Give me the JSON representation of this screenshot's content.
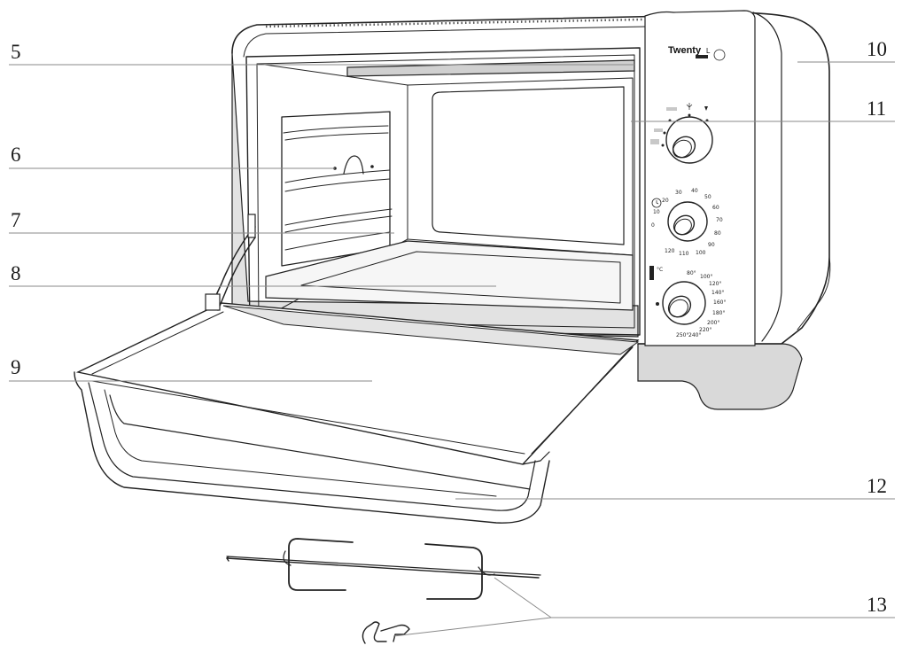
{
  "callouts": [
    {
      "id": "5",
      "label": "5"
    },
    {
      "id": "6",
      "label": "6"
    },
    {
      "id": "7",
      "label": "7"
    },
    {
      "id": "8",
      "label": "8"
    },
    {
      "id": "9",
      "label": "9"
    },
    {
      "id": "10",
      "label": "10"
    },
    {
      "id": "11",
      "label": "11"
    },
    {
      "id": "12",
      "label": "12"
    },
    {
      "id": "13",
      "label": "13"
    }
  ],
  "oven": {
    "brand_main": "Twenty",
    "brand_suffix": "L"
  },
  "timer_dial": {
    "labels": [
      "0",
      "10",
      "20",
      "30",
      "40",
      "50",
      "60",
      "70",
      "80",
      "90",
      "100",
      "110",
      "120"
    ]
  },
  "temp_dial": {
    "unit": "°C",
    "labels": [
      "80°",
      "100°",
      "120°",
      "140°",
      "160°",
      "180°",
      "200°",
      "220°",
      "240°",
      "250°"
    ]
  }
}
